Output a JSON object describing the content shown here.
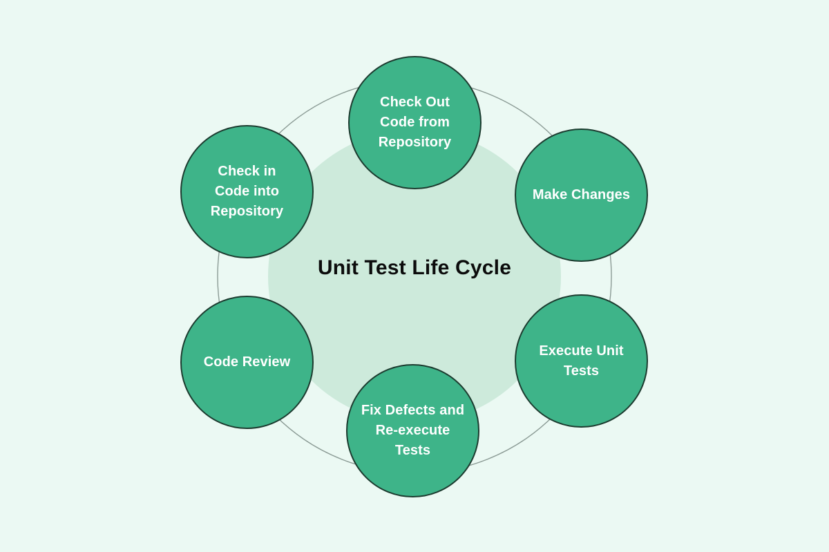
{
  "diagram": {
    "title": "Unit Test Life Cycle",
    "type": "cycle",
    "background_color": "#ebf9f3",
    "inner_disc_color": "#cdeadb",
    "node_fill_color": "#3eb489",
    "node_border_color": "#1c3b2f",
    "node_text_color": "#ffffff",
    "title_color": "#0c0c0c",
    "ring_line_color": "#8a9a94",
    "nodes": [
      {
        "id": "check-out-code",
        "label": "Check Out\nCode from\nRepository",
        "order": 1
      },
      {
        "id": "make-changes",
        "label": "Make Changes",
        "order": 2
      },
      {
        "id": "execute-unit-tests",
        "label": "Execute Unit\nTests",
        "order": 3
      },
      {
        "id": "fix-defects",
        "label": "Fix Defects and\nRe-execute\nTests",
        "order": 4
      },
      {
        "id": "code-review",
        "label": "Code Review",
        "order": 5
      },
      {
        "id": "check-in-code",
        "label": "Check in\nCode into\nRepository",
        "order": 6
      }
    ]
  }
}
